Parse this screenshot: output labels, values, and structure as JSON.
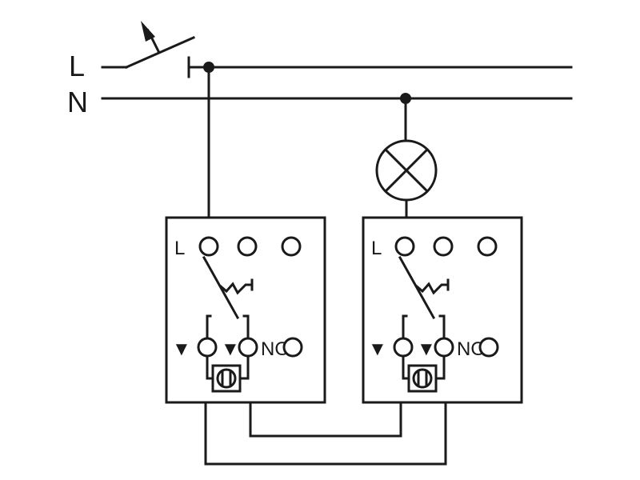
{
  "supply": {
    "line_label": "L",
    "neutral_label": "N"
  },
  "switches": [
    {
      "terminal_label": "L",
      "no_label": "NO",
      "arrow_glyph": "▼"
    },
    {
      "terminal_label": "L",
      "no_label": "NO",
      "arrow_glyph": "▼"
    }
  ],
  "colors": {
    "ink": "#1a1a1a",
    "background": "#ffffff"
  }
}
